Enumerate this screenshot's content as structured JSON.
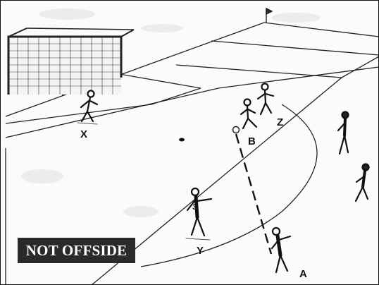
{
  "caption": "NOT OFFSIDE",
  "players": {
    "x": "X",
    "b": "B",
    "z": "Z",
    "y": "Y",
    "a": "A"
  },
  "shirt_number": "3"
}
